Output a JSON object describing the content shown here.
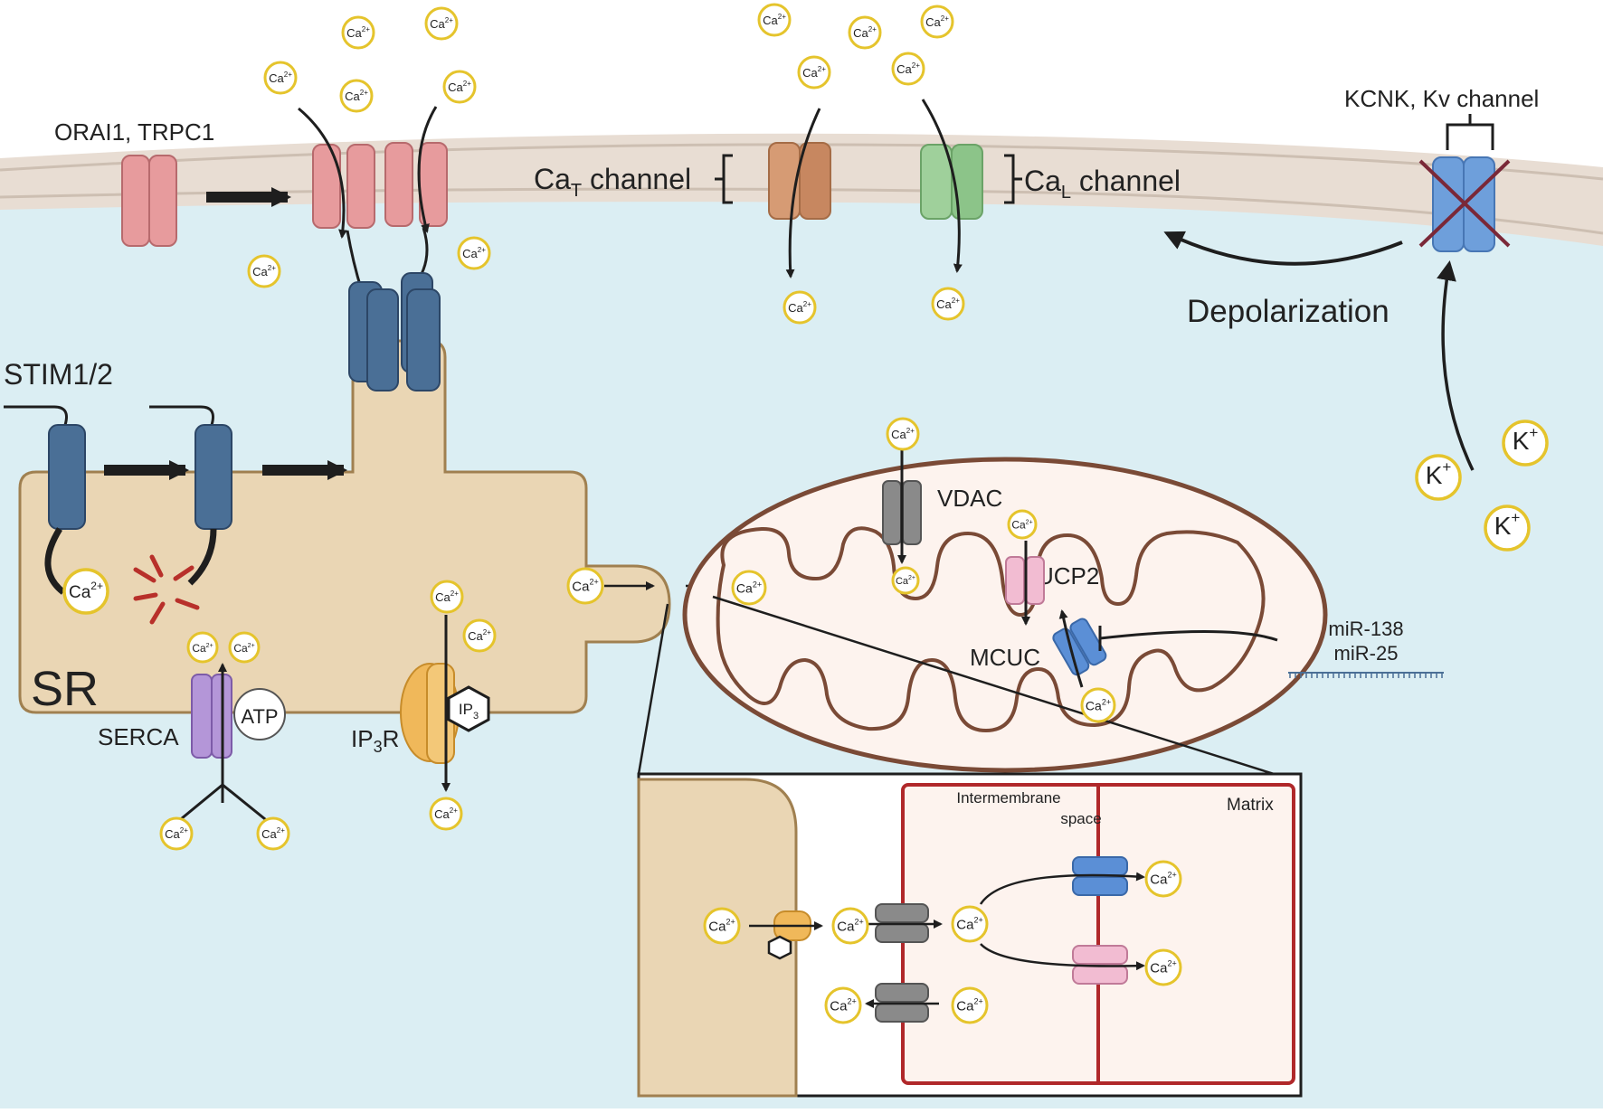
{
  "labels": {
    "orai": "ORAI1, TRPC1",
    "stim": "STIM1/2",
    "sr": "SR",
    "serca": "SERCA",
    "atp": "ATP",
    "ip3r_main": "IP",
    "ip3r_sub": "3",
    "ip3r_tail": "R",
    "ip3_main": "IP",
    "ip3_sub": "3",
    "cat_main": "Ca",
    "cat_sub": "T",
    "cat_tail": " channel",
    "cal_main": "Ca",
    "cal_sub": "L",
    "cal_tail": " channel",
    "kcnk": "KCNK, Kv channel",
    "depolarization": "Depolarization",
    "vdac": "VDAC",
    "ucp2": "UCP2",
    "mcuc": "MCUC",
    "mir138": "miR-138",
    "mir25": "miR-25",
    "intermembrane_1": "Intermembrane",
    "intermembrane_2": "space",
    "matrix": "Matrix"
  },
  "ions": {
    "ca_main": "Ca",
    "ca_sup": "2+",
    "k_main": "K",
    "k_sup": "+"
  },
  "colors": {
    "cytoplasm": "#dbeef3",
    "membrane": "#e8ddd3",
    "sr_fill": "#ead6b4",
    "sr_stroke": "#a08050",
    "stim": "#4a6f96",
    "orai": "#e79b9d",
    "cat_channel": "#d69b74",
    "cal_channel": "#9fd09b",
    "k_channel": "#6e9fdb",
    "serca": "#b496d8",
    "ip3r": "#f0b85a",
    "vdac": "#8a8a8a",
    "ucp2": "#f2bcd2",
    "mcuc": "#5b8fd6",
    "mito_outer": "#7a4a36",
    "mito_fill": "#fdf3ee",
    "ion_stroke": "#e5c42c",
    "inset_red": "#b0282a"
  }
}
